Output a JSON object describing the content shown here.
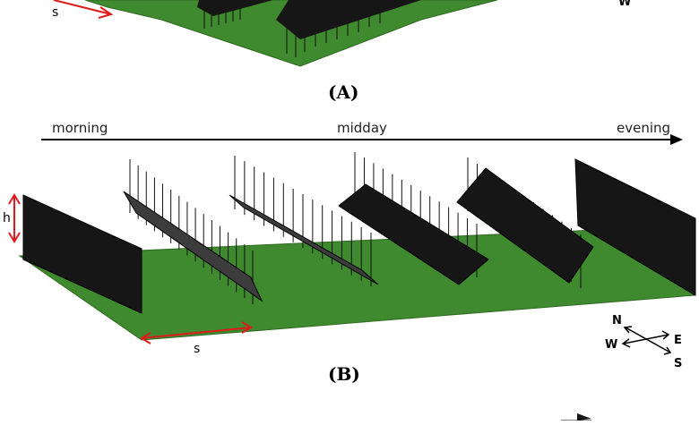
{
  "captions": {
    "top": "(A)",
    "bottom": "(B)"
  },
  "timeline": {
    "start": "morning",
    "middle": "midday",
    "end": "evening"
  },
  "dimensions": {
    "height_label": "h",
    "spacing_label": "s"
  },
  "compass": {
    "north": "N",
    "east": "E",
    "south": "S",
    "west": "W"
  },
  "top_partial": {
    "spacing_label": "s",
    "compass_partial": "W"
  },
  "colors": {
    "ground": "#3f8a2e",
    "ground_edge": "#2f6a22",
    "panel_dark": "#161616",
    "panel_mid": "#3c3c3c",
    "dimension_arrow": "#e01a1a",
    "post": "#111111"
  },
  "icons": {
    "timeline_arrow": "right-arrow-icon",
    "compass_rose": "compass-rose-icon"
  }
}
